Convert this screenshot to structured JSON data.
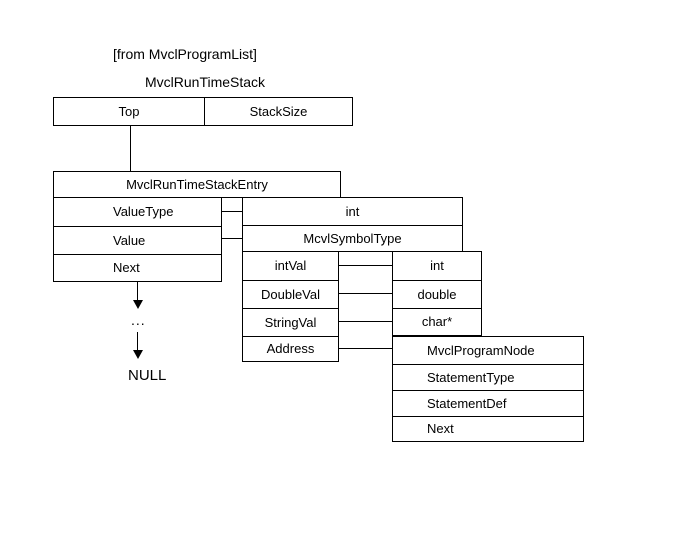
{
  "diagram": {
    "annotation": "[from MvclProgramList]",
    "stack": {
      "title": "MvclRunTimeStack",
      "cells": [
        "Top",
        "StackSize"
      ]
    },
    "entry": {
      "title": "MvclRunTimeStackEntry",
      "fields": [
        "ValueType",
        "Value",
        "Next"
      ]
    },
    "value_types": [
      "int",
      "McvlSymbolType"
    ],
    "symbol_fields": [
      "intVal",
      "DoubleVal",
      "StringVal",
      "Address"
    ],
    "symbol_field_types": [
      "int",
      "double",
      "char*"
    ],
    "program_node": {
      "fields": [
        "MvclProgramNode",
        "StatementType",
        "StatementDef",
        "Next"
      ]
    },
    "ellipsis": "...",
    "null_label": "NULL",
    "colors": {
      "line": "#000000",
      "background": "#ffffff"
    }
  }
}
